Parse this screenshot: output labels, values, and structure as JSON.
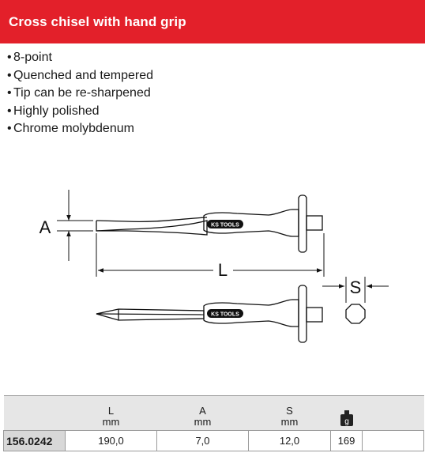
{
  "header": {
    "title": "Cross chisel with hand grip"
  },
  "features": [
    "8-point",
    "Quenched and tempered",
    "Tip can be re-sharpened",
    "Highly polished",
    "Chrome molybdenum"
  ],
  "drawing": {
    "brand": "KS TOOLS",
    "dim_A": "A",
    "dim_L": "L",
    "dim_S": "S"
  },
  "table": {
    "columns": [
      {
        "label": "",
        "unit": ""
      },
      {
        "label": "L",
        "unit": "mm"
      },
      {
        "label": "A",
        "unit": "mm"
      },
      {
        "label": "S",
        "unit": "mm"
      },
      {
        "icon": "weight-g-icon"
      }
    ],
    "rows": [
      {
        "article": "156.0242",
        "L": "190,0",
        "A": "7,0",
        "S": "12,0",
        "weight": "169"
      }
    ]
  },
  "colors": {
    "brand_red": "#e3202a",
    "header_gray": "#e6e6e6",
    "article_gray": "#d8d8d8"
  }
}
